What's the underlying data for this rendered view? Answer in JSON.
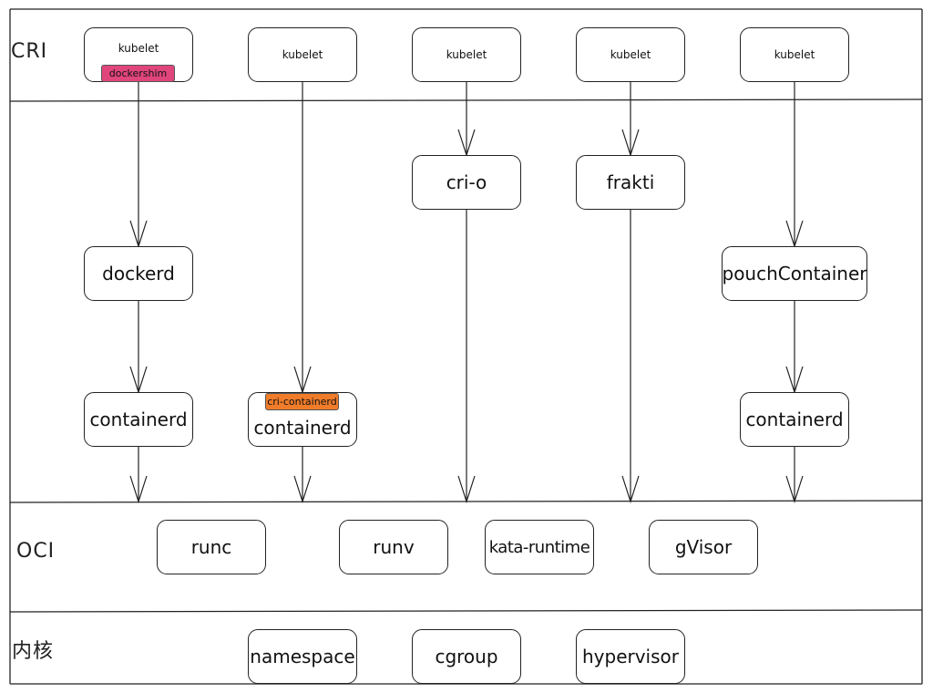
{
  "bands": {
    "cri": "CRI",
    "oci": "OCI",
    "kernel": "内核"
  },
  "cri_layer": {
    "kubelet_1": "kubelet",
    "kubelet_2": "kubelet",
    "kubelet_3": "kubelet",
    "kubelet_4": "kubelet",
    "kubelet_5": "kubelet",
    "dockershim_tag": "dockershim"
  },
  "shim_layer": {
    "crio": "cri-o",
    "frakti": "frakti",
    "dockerd": "dockerd",
    "pouch": "pouchContainer",
    "containerd_1": "containerd",
    "containerd_2": "containerd",
    "containerd_3": "containerd",
    "cri_containerd_tag": "cri-containerd"
  },
  "oci_layer": {
    "runc": "runc",
    "runv": "runv",
    "kata": "kata-runtime",
    "gvisor": "gVisor"
  },
  "kernel_layer": {
    "namespace": "namespace",
    "cgroup": "cgroup",
    "hypervisor": "hypervisor"
  },
  "colors": {
    "dockershim_tag": "#e0457b",
    "cri_containerd_tag": "#f07c2a",
    "stroke": "#222222"
  }
}
